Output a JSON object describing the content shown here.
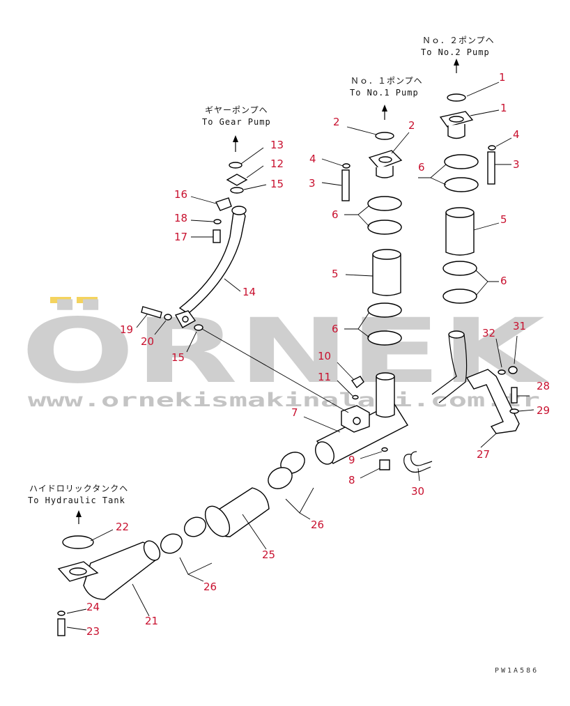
{
  "watermark": {
    "brand": "ÖRNEK",
    "url": "www.ornekismakinalari.com.tr",
    "accent_color": "#f4d35e",
    "text_color": "#cfcfcf"
  },
  "destinations": {
    "no2_pump_jp": "Ｎｏ．２ポンプヘ",
    "no2_pump_en": "To No.2 Pump",
    "no1_pump_jp": "Ｎｏ．１ポンプヘ",
    "no1_pump_en": "To No.1 Pump",
    "gear_pump_jp": "ギヤーポンプヘ",
    "gear_pump_en": "To Gear Pump",
    "hydraulic_tank_jp": "ハイドロリックタンクヘ",
    "hydraulic_tank_en": "To Hydraulic Tank"
  },
  "drawing_code": "PW1A586",
  "part_labels": [
    "1",
    "1",
    "2",
    "2",
    "3",
    "3",
    "4",
    "4",
    "5",
    "5",
    "6",
    "6",
    "6",
    "6",
    "7",
    "8",
    "9",
    "10",
    "11",
    "12",
    "13",
    "14",
    "15",
    "15",
    "16",
    "17",
    "18",
    "19",
    "20",
    "21",
    "22",
    "23",
    "24",
    "25",
    "26",
    "26",
    "27",
    "28",
    "29",
    "30",
    "31",
    "32"
  ],
  "label_color": "#c8102e"
}
